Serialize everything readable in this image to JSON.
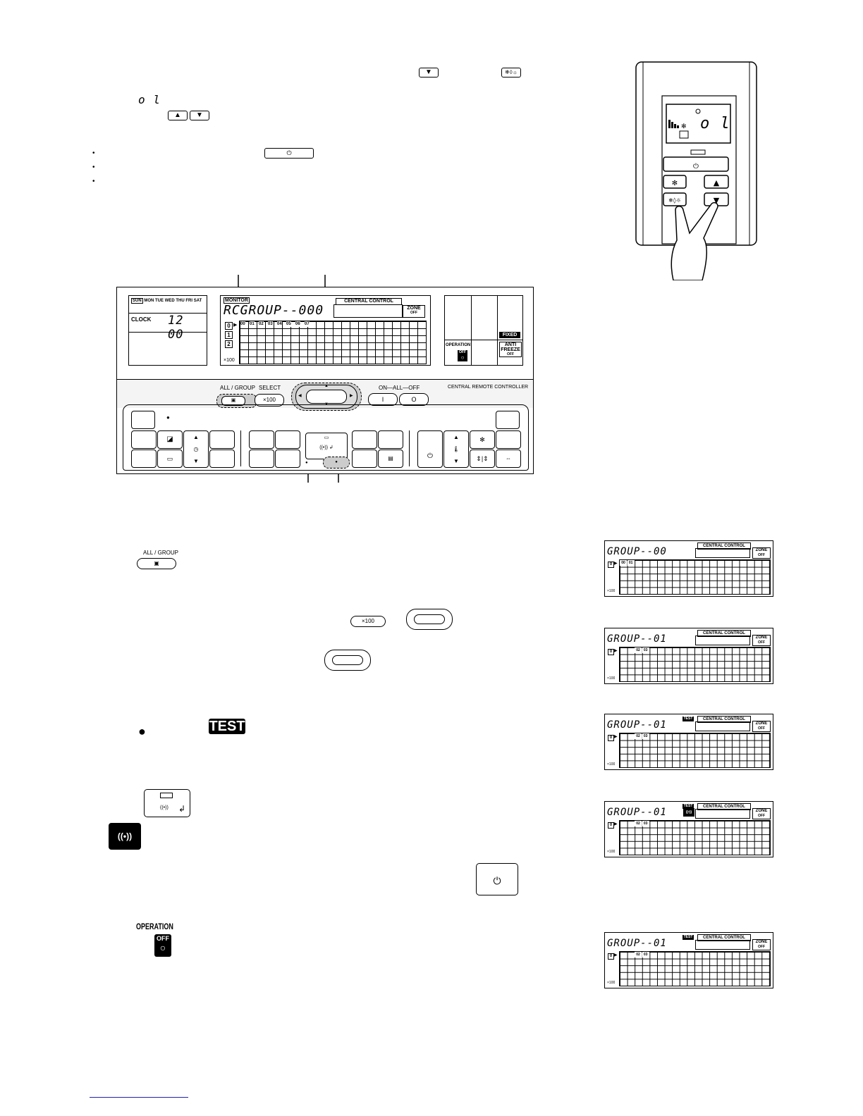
{
  "intro": {
    "seg_code": "o l"
  },
  "remote": {
    "display_code": "o l"
  },
  "panel": {
    "days": [
      "SUN",
      "MON",
      "TUE",
      "WED",
      "THU",
      "FRI",
      "SAT"
    ],
    "clock_label": "CLOCK",
    "clock_time": "12 00",
    "monitor_label": "MONITOR",
    "group_text": "RCGROUP--000",
    "central_control": "CENTRAL CONTROL",
    "zone_label": "ZONE",
    "zone_sub": "OFF",
    "rows": [
      "0",
      "1",
      "2"
    ],
    "x100": "×100",
    "cols": [
      "00",
      "01",
      "02",
      "03",
      "04",
      "05",
      "06",
      "07"
    ],
    "fixed": "FIXED",
    "anti_freeze": "ANTI FREEZE",
    "anti_sub": "OFF",
    "operation": "OPERATION",
    "op_off": "OFF",
    "all_group": "ALL / GROUP",
    "select": "SELECT",
    "x100_btn": "×100",
    "on_all_off": "ON—ALL—OFF",
    "on_symbol": "I",
    "off_symbol": "O",
    "brand": "CENTRAL REMOTE CONTROLLER"
  },
  "steps": {
    "all_group_label": "ALL / GROUP",
    "x100_label": "×100",
    "test_badge": "TEST",
    "operation_label": "OPERATION",
    "off_label": "OFF"
  },
  "lcds": [
    {
      "group": "GROUP--00",
      "cells": [
        "00",
        "01"
      ],
      "test": ""
    },
    {
      "group": "GROUP--01",
      "cells": [
        "02",
        "03"
      ],
      "test": ""
    },
    {
      "group": "GROUP--01",
      "cells": [
        "02",
        "03"
      ],
      "test": "TEST"
    },
    {
      "group": "GROUP--01",
      "cells": [
        "02",
        "03"
      ],
      "test": "TEST"
    },
    {
      "group": "GROUP--01",
      "cells": [
        "02",
        "03"
      ],
      "test": "TEST"
    }
  ],
  "lcd_common": {
    "central_control": "CENTRAL CONTROL",
    "zone": "ZONE",
    "zone_sub": "OFF",
    "row0": "0",
    "x100": "×100"
  }
}
